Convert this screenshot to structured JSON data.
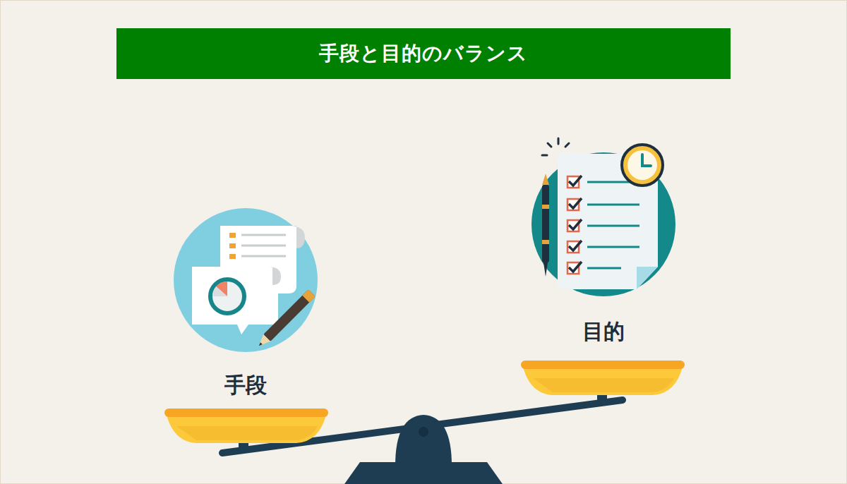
{
  "diagram": {
    "title": "手段と目的のバランス",
    "labels": [
      "手段",
      "目的"
    ]
  }
}
